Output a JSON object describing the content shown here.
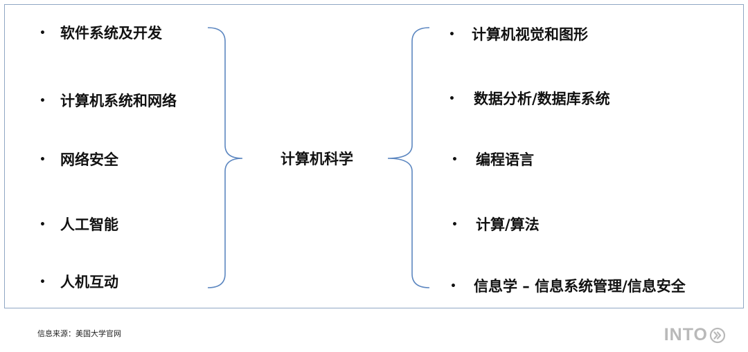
{
  "diagram": {
    "center_label": "计算机科学",
    "bullet_glyph": "•",
    "left_items": [
      "软件系统及开发",
      "计算机系统和网络",
      "网络安全",
      "人工智能",
      "人机互动"
    ],
    "right_items": [
      "计算机视觉和图形",
      "数据分析/数据库系统",
      "编程语言",
      "计算/算法",
      "信息学 – 信息系统管理/信息安全"
    ],
    "brace_color": "#5b86c0",
    "frame_color": "#8fa6c4"
  },
  "footer": {
    "source": "信息来源：美国大学官网",
    "logo_text": "INTO",
    "logo_icon": "double-chevron-circle-icon"
  }
}
